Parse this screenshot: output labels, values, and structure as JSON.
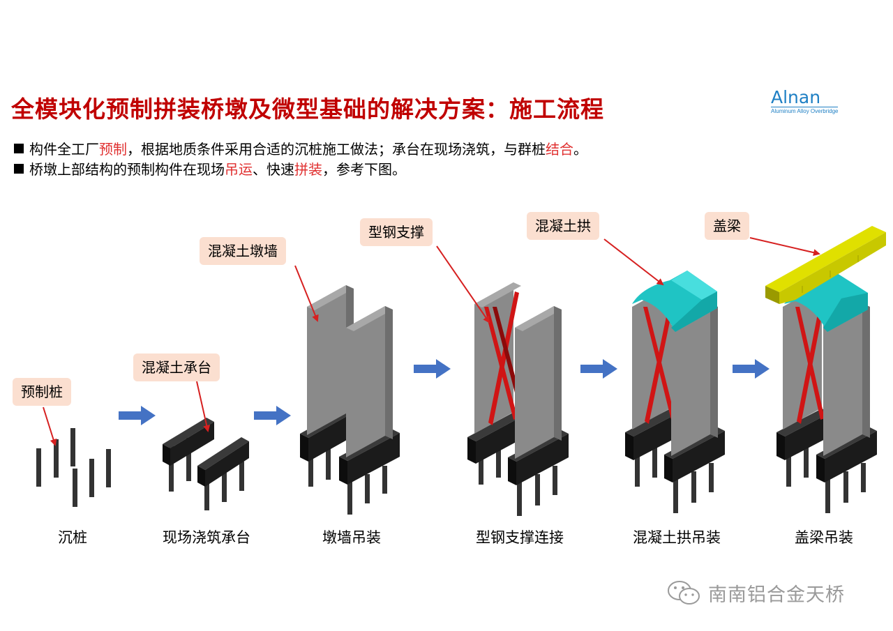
{
  "title": "全模块化预制拼装桥墩及微型基础的解决方案：施工流程",
  "logo": {
    "word": "Alnan",
    "tagline": "Aluminum Alloy Overbridge"
  },
  "bullets": [
    {
      "p1": "构件全工厂",
      "r1": "预制",
      "p2": "，根据地质条件采用合适的沉桩施工做法；承台在现场浇筑，与群桩",
      "r2": "结合",
      "p3": "。"
    },
    {
      "p1": "桥墩上部结构的预制构件在现场",
      "r1": "吊运",
      "p2": "、快速",
      "r2": "拼装",
      "p3": "，参考下图。"
    }
  ],
  "callouts": {
    "precast_pile": "预制桩",
    "pile_cap": "混凝土承台",
    "pier_wall": "混凝土墩墙",
    "steel_brace": "型钢支撑",
    "concrete_arch": "混凝土拱",
    "cap_beam": "盖梁"
  },
  "captions": {
    "step1": "沉桩",
    "step2": "现场浇筑承台",
    "step3": "墩墙吊装",
    "step4": "型钢支撑连接",
    "step5": "混凝土拱吊装",
    "step6": "盖梁吊装"
  },
  "watermark": "南南铝合金天桥",
  "colors": {
    "title": "#c00000",
    "highlight": "#e03030",
    "callout_bg": "#fbdfd0",
    "flow_arrow": "#4472c4",
    "pointer": "#d62020",
    "wall": "#8a8a8a",
    "brace": "#d01515",
    "arch": "#1fc4c4",
    "cap_beam": "#c8c800",
    "cap": "#111111",
    "pile": "#333333"
  }
}
